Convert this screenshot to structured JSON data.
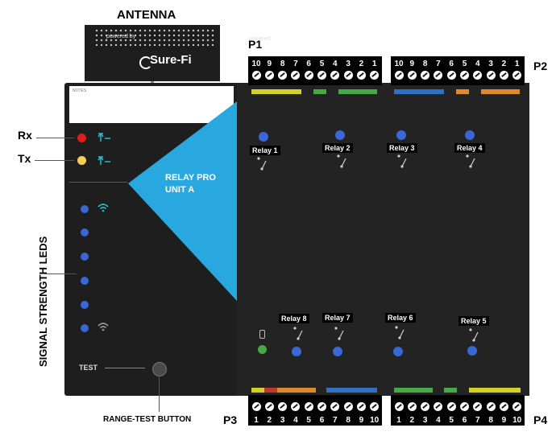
{
  "labels": {
    "antenna": "ANTENNA",
    "p1": "P1",
    "p2": "P2",
    "p3": "P3",
    "p4": "P4",
    "rx": "Rx",
    "tx": "Tx",
    "signal_strength_leds": "SIGNAL STRENGTH LEDS",
    "range_test_button": "RANGE-TEST BUTTON"
  },
  "antenna": {
    "powered_by": "powered by",
    "brand": "Sure-Fi"
  },
  "device": {
    "notes_label": "NOTES",
    "unit_name_line1": "RELAY PRO",
    "unit_name_line2": "UNIT A",
    "test_label": "TEST"
  },
  "terminals": {
    "top_numbers": [
      "10",
      "9",
      "8",
      "7",
      "6",
      "5",
      "4",
      "3",
      "2",
      "1"
    ],
    "bottom_numbers": [
      "1",
      "2",
      "3",
      "4",
      "5",
      "6",
      "7",
      "8",
      "9",
      "10"
    ]
  },
  "relays": {
    "relay1": "Relay 1",
    "relay2": "Relay 2",
    "relay3": "Relay 3",
    "relay4": "Relay 4",
    "relay5": "Relay 5",
    "relay6": "Relay 6",
    "relay7": "Relay 7",
    "relay8": "Relay 8"
  },
  "colors": {
    "board": "#1e1e1e",
    "triangle": "#29a8e0",
    "rx_led": "#e21b1b",
    "tx_led": "#f4cf55",
    "signal_led": "#3a67d6",
    "terminal_yellow": "#d4d02a",
    "terminal_green": "#47a847",
    "terminal_blue": "#2f6fc6",
    "terminal_orange": "#e08a2a",
    "terminal_red": "#c0392b"
  }
}
